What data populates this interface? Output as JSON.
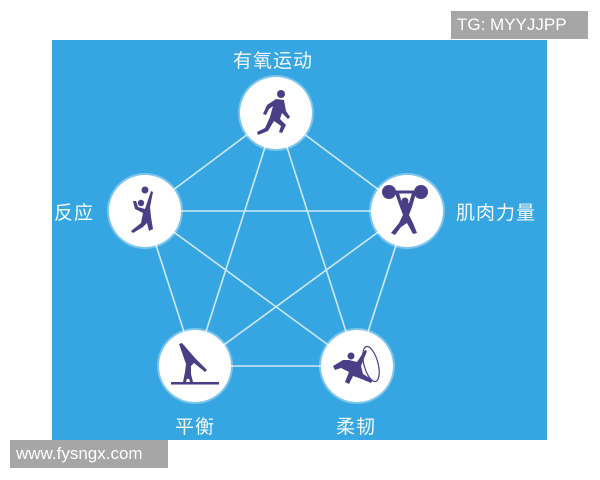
{
  "diagram": {
    "title": "fitness five elements",
    "background_color": "#36a6e3",
    "line_color": "#cfe9f8",
    "icon_color": "#4a3f86",
    "nodes": [
      {
        "id": "aerobic",
        "label": "有氧运动",
        "icon": "running-icon"
      },
      {
        "id": "strength",
        "label": "肌肉力量",
        "icon": "weightlifting-icon"
      },
      {
        "id": "flexibility",
        "label": "柔韧",
        "icon": "rhythmic-gymnastics-hoop-icon"
      },
      {
        "id": "balance",
        "label": "平衡",
        "icon": "gymnastics-balance-beam-icon"
      },
      {
        "id": "reaction",
        "label": "反应",
        "icon": "volleyball-spike-icon"
      }
    ],
    "edges": [
      [
        "aerobic",
        "strength"
      ],
      [
        "strength",
        "flexibility"
      ],
      [
        "flexibility",
        "balance"
      ],
      [
        "balance",
        "reaction"
      ],
      [
        "reaction",
        "aerobic"
      ],
      [
        "aerobic",
        "flexibility"
      ],
      [
        "aerobic",
        "balance"
      ],
      [
        "strength",
        "reaction"
      ],
      [
        "strength",
        "balance"
      ],
      [
        "reaction",
        "flexibility"
      ]
    ]
  },
  "watermarks": {
    "top_right": "TG: MYYJJPP",
    "bottom_left": "www.fysngx.com"
  }
}
